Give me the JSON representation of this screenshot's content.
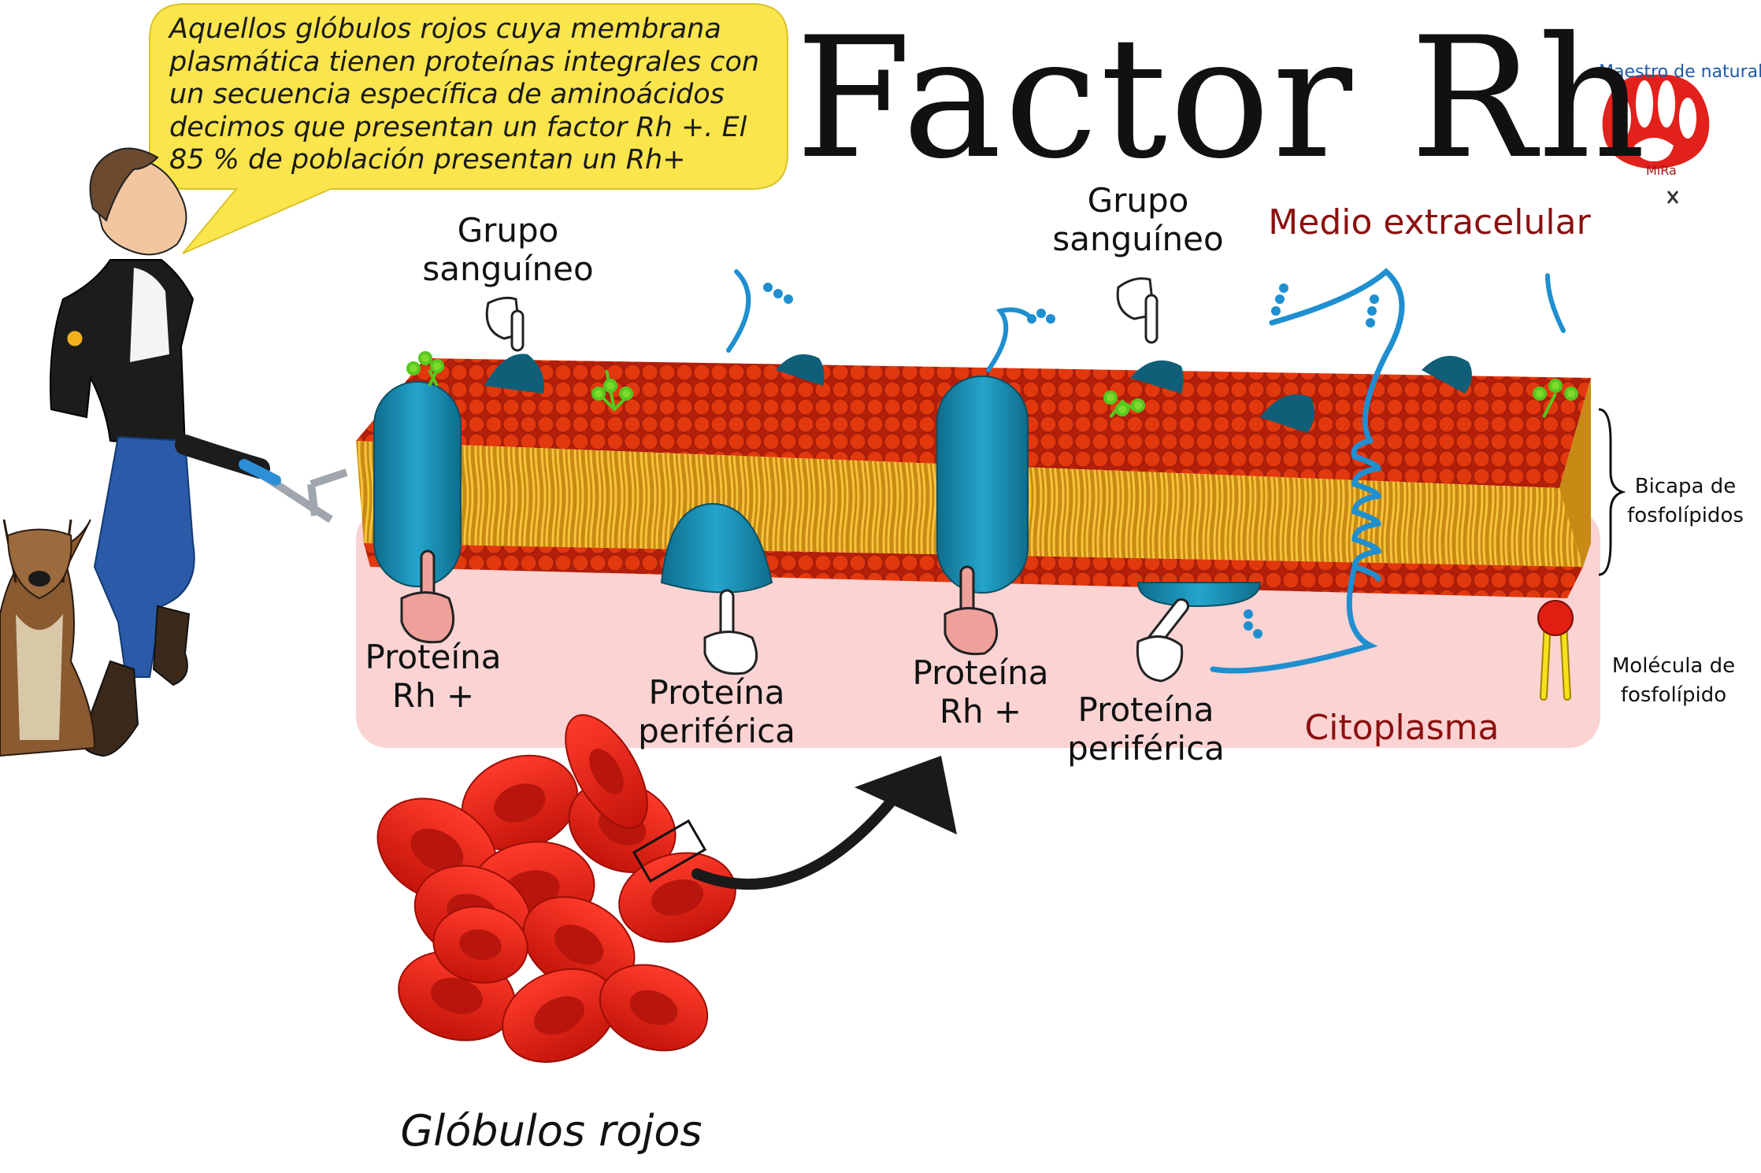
{
  "title": "Factor Rh",
  "speech_bubble": {
    "lines": [
      "Aquellos glóbulos rojos cuya membrana",
      "plasmática tienen proteínas integrales con",
      "un secuencia específica de aminoácidos",
      "decimos que presentan un factor Rh +. El",
      "85 % de población presentan un Rh+"
    ]
  },
  "logo": {
    "text": "Maestro de naturales",
    "small_text": "MiRa"
  },
  "labels": {
    "grupo_1": [
      "Grupo",
      "sanguíneo"
    ],
    "grupo_2": [
      "Grupo",
      "sanguíneo"
    ],
    "medio_extracelular": "Medio extracelular",
    "bicapa": [
      "Bicapa de",
      "fosfolípidos"
    ],
    "molecula": [
      "Molécula de",
      "fosfolípido"
    ],
    "citoplasma": "Citoplasma",
    "rh_1": [
      "Proteína",
      "Rh +"
    ],
    "rh_2": [
      "Proteína",
      "Rh +"
    ],
    "periferica_1": [
      "Proteína",
      "periférica"
    ],
    "periferica_2": [
      "Proteína",
      "periférica"
    ],
    "globulos": "Glóbulos rojos"
  },
  "colors": {
    "membrane_head": "#e2380e",
    "membrane_top": "#b31f0a",
    "tail": "#f4b21b",
    "protein": "#1b8db3",
    "protein_dark": "#0f5f78",
    "cytoplasm": "#fbd3d3",
    "blood_cell": "#e01e12",
    "bubble": "#fbe54d",
    "extracellular_text": "#8b1010"
  }
}
